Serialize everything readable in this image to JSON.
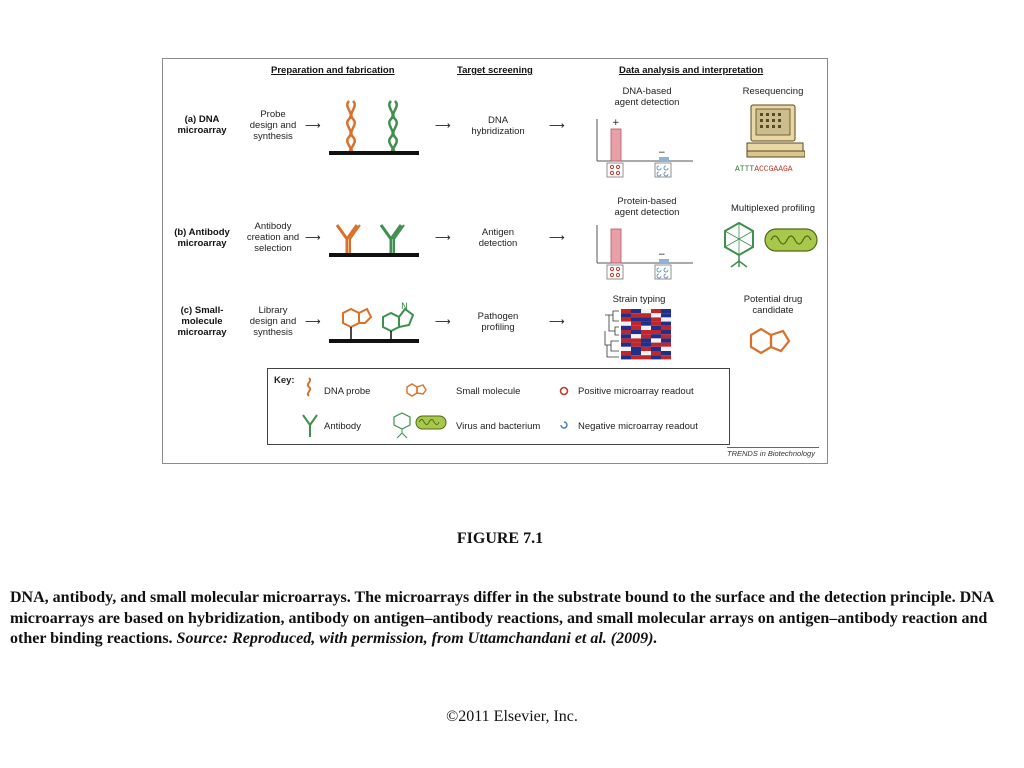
{
  "figure": {
    "headers": {
      "prep": "Preparation and fabrication",
      "screen": "Target screening",
      "analysis": "Data analysis and interpretation"
    },
    "rows": [
      {
        "label_line1": "(a) DNA",
        "label_line2": "microarray",
        "label_line3": "",
        "step1_lines": [
          "Probe",
          "design and",
          "synthesis"
        ],
        "step2_lines": [
          "DNA",
          "hybridization"
        ],
        "analysis1_lines": [
          "DNA-based",
          "agent detection"
        ],
        "analysis2_lines": [
          "Resequencing"
        ]
      },
      {
        "label_line1": "(b) Antibody",
        "label_line2": "microarray",
        "label_line3": "",
        "step1_lines": [
          "Antibody",
          "creation and",
          "selection"
        ],
        "step2_lines": [
          "Antigen",
          "detection"
        ],
        "analysis1_lines": [
          "Protein-based",
          "agent detection"
        ],
        "analysis2_lines": [
          "Multiplexed profiling"
        ]
      },
      {
        "label_line1": "(c) Small-",
        "label_line2": "molecule",
        "label_line3": "microarray",
        "step1_lines": [
          "Library",
          "design and",
          "synthesis"
        ],
        "step2_lines": [
          "Pathogen",
          "profiling"
        ],
        "analysis1_lines": [
          "Strain typing"
        ],
        "analysis2_lines": [
          "Potential drug",
          "candidate"
        ]
      }
    ],
    "sequence": {
      "part1": "ATTT",
      "part2": "ACCGAAGA",
      "color1": "#2e7d32",
      "color2": "#c0392b"
    },
    "bar_plus": "+",
    "bar_minus": "−",
    "key": {
      "title": "Key:",
      "items": [
        "DNA probe",
        "Small molecule",
        "Positive microarray readout",
        "Antibody",
        "Virus and bacterium",
        "Negative microarray readout"
      ]
    },
    "credit": "TRENDS in Biotechnology",
    "colors": {
      "orange": "#d9712b",
      "green": "#3f8f4e",
      "red_bar": "#e8a0a8",
      "blue_bar": "#8fb2d8",
      "black": "#111111"
    }
  },
  "slide": {
    "title": "FIGURE 7.1",
    "caption_bold": "DNA, antibody, and small molecular microarrays. The microarrays differ in the substrate bound to the surface and the detection principle. DNA microarrays are based on hybridization, antibody on antigen–antibody reactions, and small molecular arrays on antigen–antibody reaction and other binding reactions. ",
    "caption_italic": "Source: Reproduced, with permission, from Uttamchandani et al. (2009).",
    "copyright": "©2011 Elsevier, Inc."
  }
}
